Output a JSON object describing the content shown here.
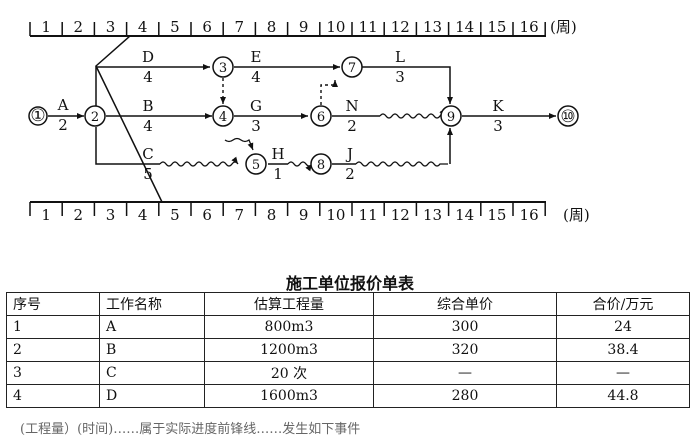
{
  "timeline": {
    "top_numbers": [
      "1",
      "2",
      "3",
      "4",
      "5",
      "6",
      "7",
      "8",
      "9",
      "10",
      "11",
      "12",
      "13",
      "14",
      "15",
      "16"
    ],
    "bottom_numbers": [
      "1",
      "2",
      "3",
      "4",
      "5",
      "6",
      "7",
      "8",
      "9",
      "10",
      "11",
      "12",
      "13",
      "14",
      "15",
      "16"
    ],
    "unit": "(周)"
  },
  "nodes": {
    "n1": "①",
    "n2": "2",
    "n3": "3",
    "n4": "4",
    "n5": "5",
    "n6": "6",
    "n7": "7",
    "n8": "8",
    "n9": "9",
    "n10": "⑩"
  },
  "activities": {
    "A": {
      "name": "A",
      "dur": "2"
    },
    "B": {
      "name": "B",
      "dur": "4"
    },
    "C": {
      "name": "C",
      "dur": "5"
    },
    "D": {
      "name": "D",
      "dur": "4"
    },
    "E": {
      "name": "E",
      "dur": "4"
    },
    "G": {
      "name": "G",
      "dur": "3"
    },
    "H": {
      "name": "H",
      "dur": "1"
    },
    "J": {
      "name": "J",
      "dur": "2"
    },
    "L": {
      "name": "L",
      "dur": "3"
    },
    "N": {
      "name": "N",
      "dur": "2"
    },
    "K": {
      "name": "K",
      "dur": "3"
    }
  },
  "table": {
    "title": "施工单位报价单表",
    "headers": [
      "序号",
      "工作名称",
      "估算工程量",
      "综合单价",
      "合价/万元"
    ],
    "rows": [
      [
        "1",
        "A",
        "800m3",
        "300",
        "24"
      ],
      [
        "2",
        "B",
        "1200m3",
        "320",
        "38.4"
      ],
      [
        "3",
        "C",
        "20 次",
        "—",
        "—"
      ],
      [
        "4",
        "D",
        "1600m3",
        "280",
        "44.8"
      ]
    ]
  },
  "cutoff_text": "(工程量）(时间)……属于实际进度前锋线……发生如下事件"
}
